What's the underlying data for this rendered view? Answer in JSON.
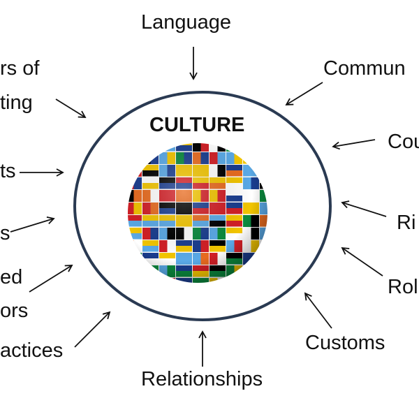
{
  "center": {
    "title": "CULTURE"
  },
  "labels": {
    "language": "Language",
    "communication": "Commun",
    "courtesy": "Cou",
    "rituals": "Ri",
    "roles": "Rol",
    "customs": "Customs",
    "relationships": "Relationships",
    "practices": "actices",
    "learned_1": "ed",
    "learned_2": "ors",
    "values": "s",
    "thoughts": "ts",
    "manners_1": "rs of",
    "manners_2": "ting"
  },
  "colors": {
    "ring": "#2a3a52",
    "text": "#111111",
    "arrow": "#111111"
  },
  "globe": {
    "icon": "flag-globe-icon",
    "flag_colors": [
      "#d21f26",
      "#ffffff",
      "#1a3d8f",
      "#f2c500",
      "#0b8a3e",
      "#000000",
      "#e86b1f",
      "#5aa9e6"
    ]
  }
}
